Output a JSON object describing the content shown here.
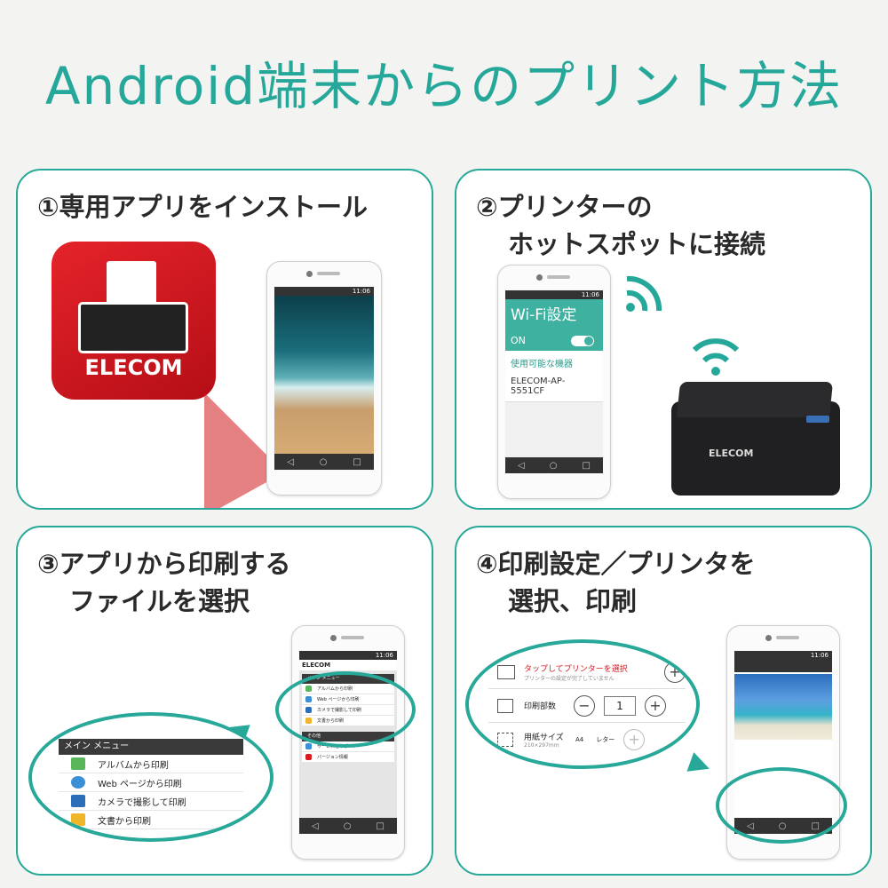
{
  "title": "Android端末からのプリント方法",
  "steps": [
    {
      "line1": "①専用アプリをインストール",
      "line2": ""
    },
    {
      "line1": "②プリンターの",
      "line2": "ホットスポットに接続"
    },
    {
      "line1": "③アプリから印刷する",
      "line2": "ファイルを選択"
    },
    {
      "line1": "④印刷設定／プリンタを",
      "line2": "選択、印刷"
    }
  ],
  "phone": {
    "status_time": "11:06",
    "nav": [
      "◁",
      "○",
      "□"
    ]
  },
  "app_icon": {
    "brand": "ELECOM"
  },
  "wifi": {
    "heading": "Wi-Fi設定",
    "toggle_label": "ON",
    "available_label": "使用可能な機器",
    "ssid": "ELECOM-AP-5551CF"
  },
  "printer": {
    "brand": "ELECOM"
  },
  "menu": {
    "app_brand": "ELECOM",
    "header": "メイン メニュー",
    "items": [
      "アルバムから印刷",
      "Web ページから印刷",
      "カメラで撮影して印刷",
      "文書から印刷"
    ],
    "icon_colors": [
      "#5ab65a",
      "#3b8fd6",
      "#2c6fb8",
      "#f0b62a"
    ],
    "other_header": "その他",
    "other_items": [
      "サービスとサポート",
      "バージョン情報"
    ]
  },
  "print_settings": {
    "printer_select": "タップしてプリンターを選択",
    "printer_note": "プリンターの設定が完了していません",
    "copies_label": "印刷部数",
    "copies_value": "1",
    "paper_label": "用紙サイズ",
    "paper_size_note": "210×297mm",
    "paper_a4": "A4",
    "paper_letter": "レター",
    "minus": "−",
    "plus": "+"
  },
  "colors": {
    "accent": "#25a89a",
    "brand_red": "#d71920"
  }
}
